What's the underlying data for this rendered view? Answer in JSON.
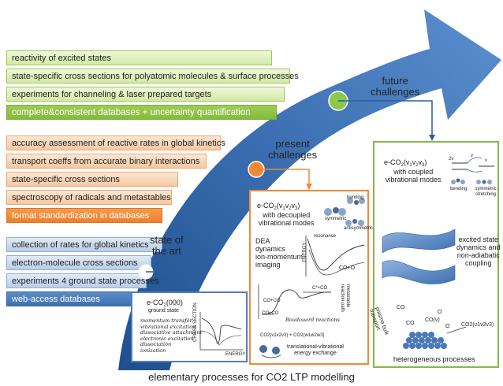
{
  "bars": {
    "green": [
      "reactivity of excited states",
      "state-specific cross sections for polyatomic molecules & surface processes",
      "experiments for channeling & laser prepared targets",
      "complete&consistent databases + uncertainty quantification"
    ],
    "orange": [
      "accuracy assessment of reactive rates in global kinetics",
      "transport coeffs from accurate binary interactions",
      "state-specific cross sections",
      "spectroscopy of radicals and metastables",
      "format standardization in databases"
    ],
    "blue": [
      "collection of rates for global kinetics",
      "electron-molecule cross sections",
      "experiments 4 ground state processes",
      "web-access databases"
    ]
  },
  "stages": {
    "state_of_art": [
      "state of",
      "the art"
    ],
    "present": [
      "present",
      "challenges"
    ],
    "future": [
      "future",
      "challenges"
    ]
  },
  "panel_state_of_art": {
    "molecule": "e-CO",
    "molecule_state": "(000)",
    "ground": "ground state",
    "processes": [
      "momentum transfer",
      "vibrational excitation",
      "dissociative attachment",
      "electronic excitation",
      "dissociation",
      "ionization"
    ],
    "axis_y": "CROSS SECTION",
    "axis_x": "ENERGY"
  },
  "panel_present": {
    "molecule": "e-CO",
    "molecule_state": "(v",
    "decoupled": [
      "with decoupled",
      "vibrational modes"
    ],
    "modes": [
      "bending",
      "symmetric",
      "antisymmetric"
    ],
    "dea": [
      "DEA",
      "dynamics",
      "ion-momentum",
      "imaging"
    ],
    "resonance": "resonance",
    "energy": "ENERGY",
    "co_o": "CO+O",
    "reaction_labels": [
      "C*+CO",
      "CO+CO",
      "CO+CO"
    ],
    "boundary": "Boudouard reactions",
    "metastable": [
      "metastable",
      "reaction path"
    ],
    "exchange": [
      "translational-vibrational",
      "energy exchange"
    ],
    "exchange_eq": "CO2(v1v2v3) + CO2(w1w2w3)"
  },
  "panel_future": {
    "molecule": "e-CO",
    "coupled": [
      "with coupled",
      "vibrational modes"
    ],
    "modes": [
      "bending",
      "symmetric stretching"
    ],
    "levels": [
      "2v",
      "v",
      "v"
    ],
    "excited": [
      "excited state",
      "dynamics and",
      "non-adiabatic",
      "coupling"
    ],
    "plasma": [
      "plasma bulk",
      "transport"
    ],
    "surface_species": [
      "CO",
      "CO",
      "O",
      "CO(v)",
      "O",
      "CO2(v1v2v3)"
    ],
    "hetero": "heterogeneous processes"
  },
  "caption": "elementary processes for CO2 LTP modelling",
  "colors": {
    "arrow": "#3a6eb0",
    "green": "#86b84a",
    "orange": "#ee8a3a",
    "blue": "#4f7fbf"
  },
  "icons": [
    "stage-marker-icon",
    "vibrational-mode-icon",
    "potential-curve-icon",
    "surface-icon"
  ]
}
